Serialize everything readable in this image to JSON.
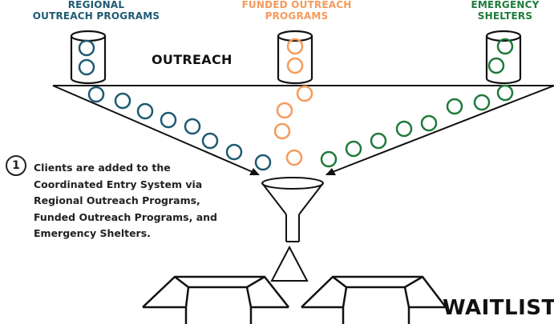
{
  "sources": {
    "regional": {
      "line1": "REGIONAL",
      "line2": "OUTREACH PROGRAMS",
      "color": "#1e5a72"
    },
    "funded": {
      "line1": "FUNDED OUTREACH",
      "line2": "PROGRAMS",
      "color": "#f59a5b"
    },
    "emergency": {
      "line1": "EMERGENCY",
      "line2": "SHELTERS",
      "color": "#1f7a3a"
    }
  },
  "outreach_title": "OUTREACH",
  "step": {
    "number": "1",
    "text": "Clients are added to the Coordinated Entry System via Regional Outreach Programs, Funded Outreach Programs, and Emergency Shelters."
  },
  "waitlists_title": "WAITLISTS"
}
